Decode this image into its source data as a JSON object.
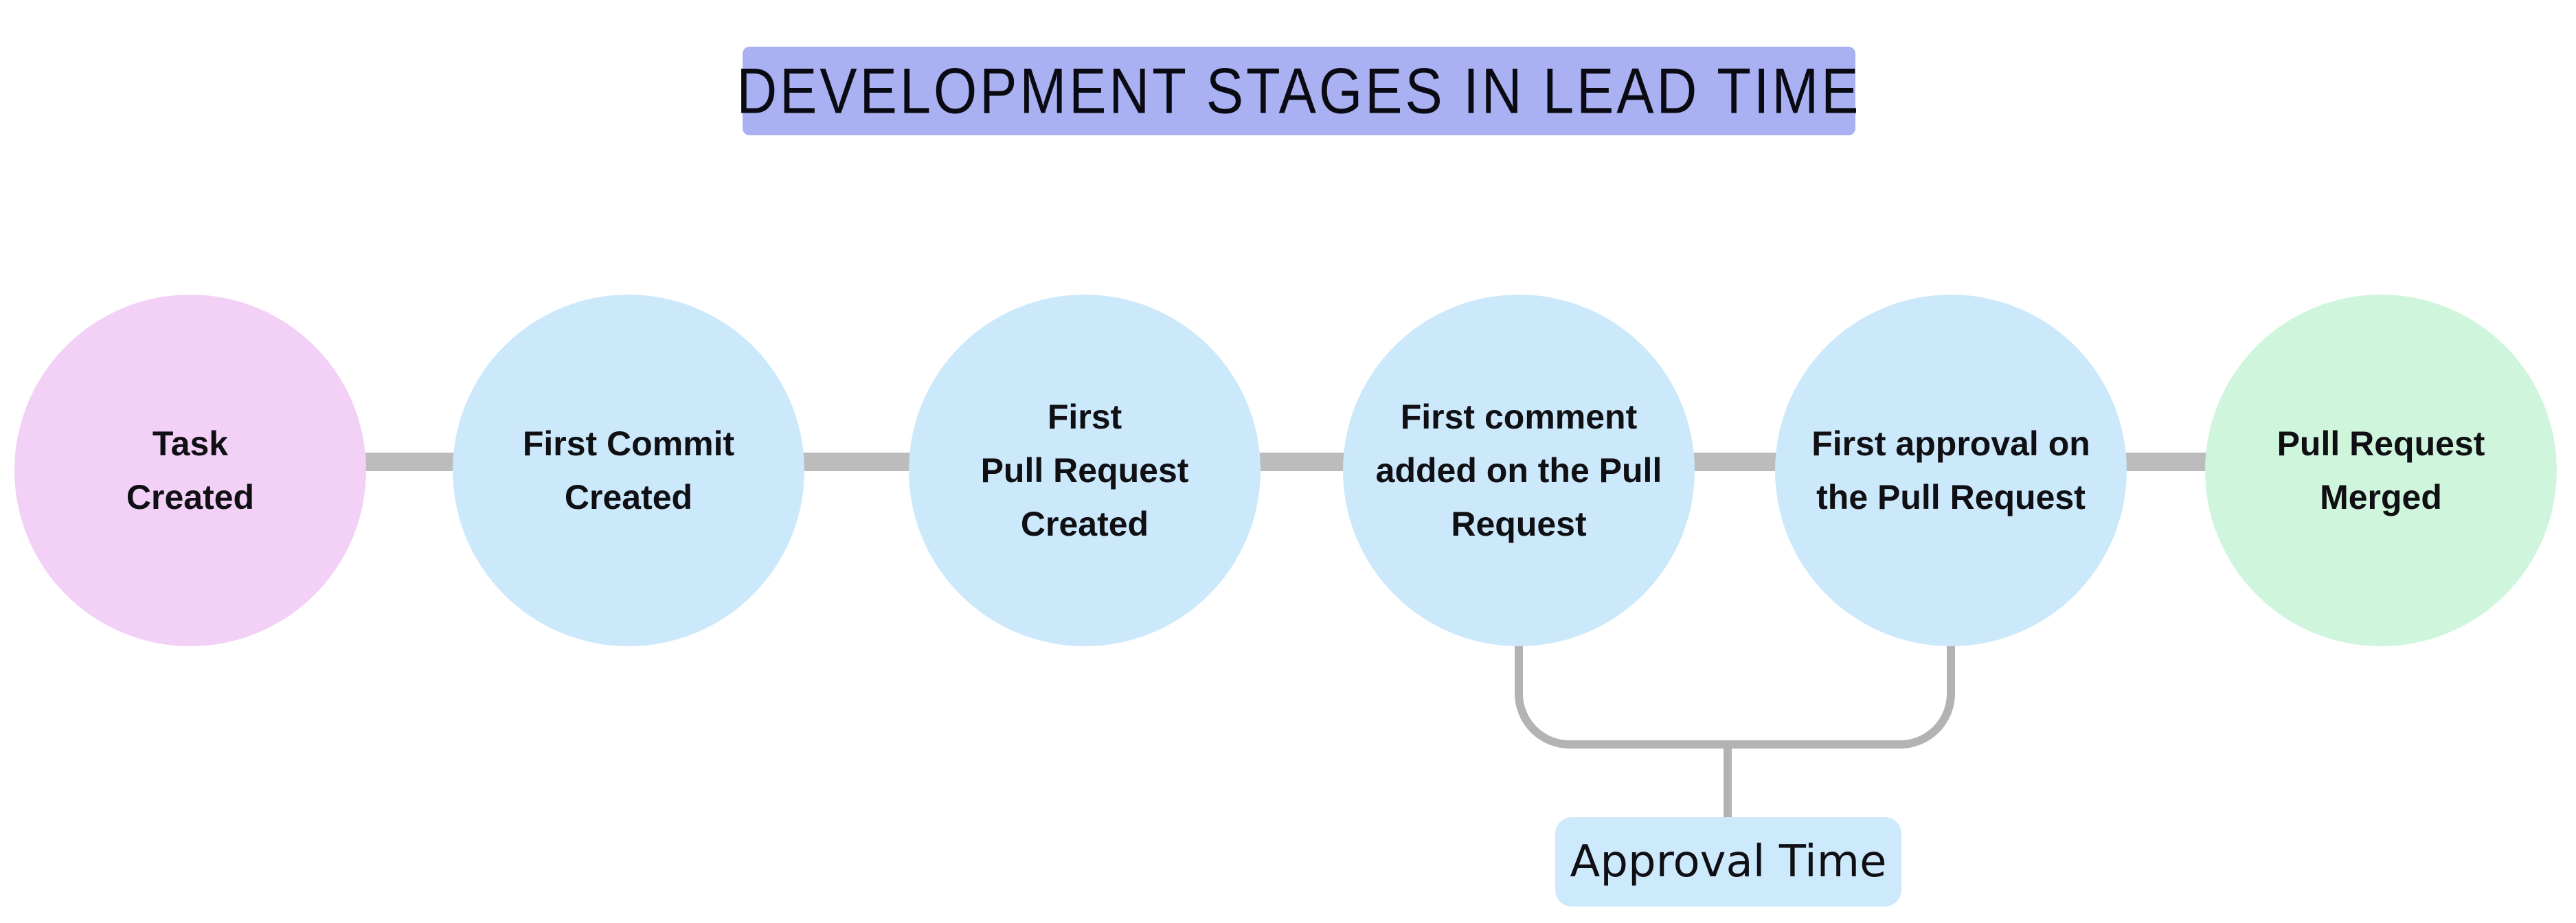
{
  "title": {
    "text": "DEVELOPMENT STAGES IN LEAD TIME",
    "bg": "#a9b1f2"
  },
  "stages": [
    {
      "id": "task-created",
      "label": "Task\nCreated",
      "color": "#f3d1f7"
    },
    {
      "id": "first-commit",
      "label": "First Commit\nCreated",
      "color": "#cbe9fb"
    },
    {
      "id": "first-pull-request",
      "label": "First\nPull Request\nCreated",
      "color": "#cbe9fb"
    },
    {
      "id": "first-comment",
      "label": "First comment\nadded on the Pull\nRequest",
      "color": "#cbe9fb"
    },
    {
      "id": "first-approval",
      "label": "First approval on\nthe Pull Request",
      "color": "#cbe9fb"
    },
    {
      "id": "pull-request-merged",
      "label": "Pull Request\nMerged",
      "color": "#cff5dd"
    }
  ],
  "annotation": {
    "label": "Approval Time",
    "bg": "#cde9fc",
    "connects": [
      "first-comment",
      "first-approval"
    ]
  },
  "colors": {
    "connector": "#bcbcbc",
    "bracket": "#b3b3b3"
  }
}
